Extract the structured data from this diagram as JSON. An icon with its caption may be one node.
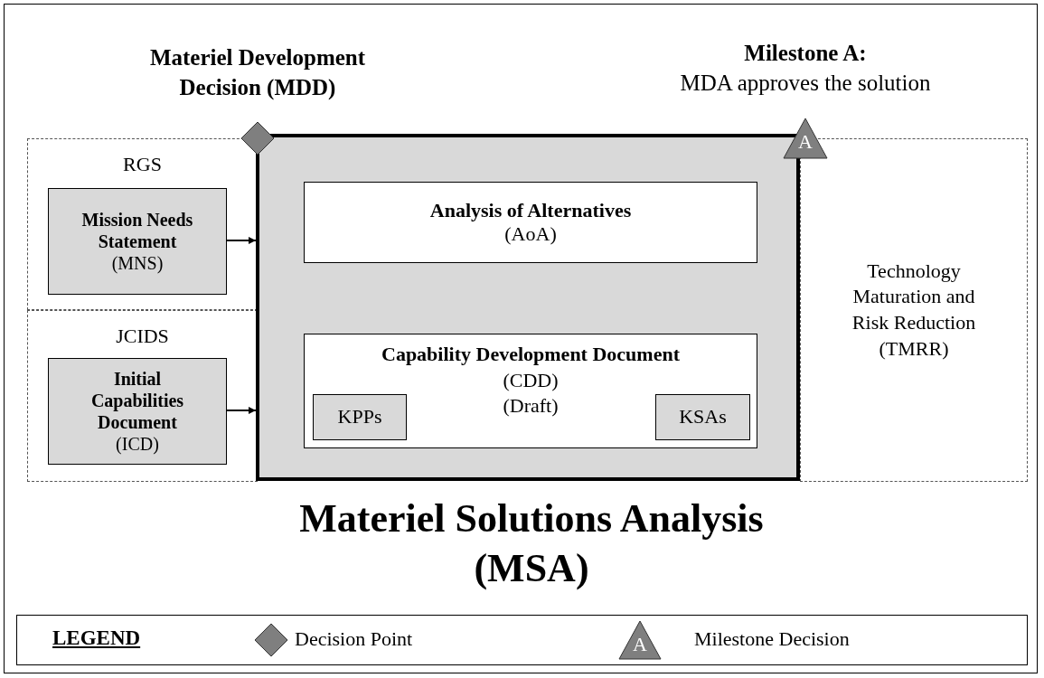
{
  "diagram": {
    "nodes": [
      {
        "text": [
          "RGS"
        ]
      },
      {
        "text": [
          "Mission Needs Statement",
          "(MNS)"
        ],
        "in": 0
      },
      {
        "text": [
          "JCIDS"
        ]
      },
      {
        "text": [
          "Initial Capabilities Document",
          "(ICD)"
        ],
        "in": 2
      },
      {
        "text": [
          "Materiel Solutions Analysis (MSA)"
        ]
      },
      {
        "text": [
          "Analysis of Alternatives",
          "(AoA)"
        ],
        "in": 4
      },
      {
        "text": [
          "Capability Development Document",
          "(CDD) (Draft)"
        ],
        "in": 4
      },
      {
        "text": [
          "KPPs"
        ],
        "in": 6
      },
      {
        "text": [
          "KSAs"
        ],
        "in": 6
      },
      {
        "text": [
          "Technology Maturation and Risk Reduction (TMRR)"
        ]
      },
      {
        "text": [],
        "shape": "diamond",
        "beside": [
          "Materiel Development Decision (MDD)"
        ]
      },
      {
        "text": [
          "A"
        ],
        "beside": [
          "Milestone A:",
          "MDA approves the solution"
        ]
      }
    ],
    "edges": [
      {
        "from": 1,
        "to": 4,
        "arrow": "to"
      },
      {
        "from": 3,
        "to": 4,
        "arrow": "to"
      }
    ],
    "labels": [
      "LEGEND",
      "A"
    ],
    "legend": [
      {
        "text": "Decision Point"
      },
      {
        "text": "Milestone Decision"
      }
    ]
  }
}
